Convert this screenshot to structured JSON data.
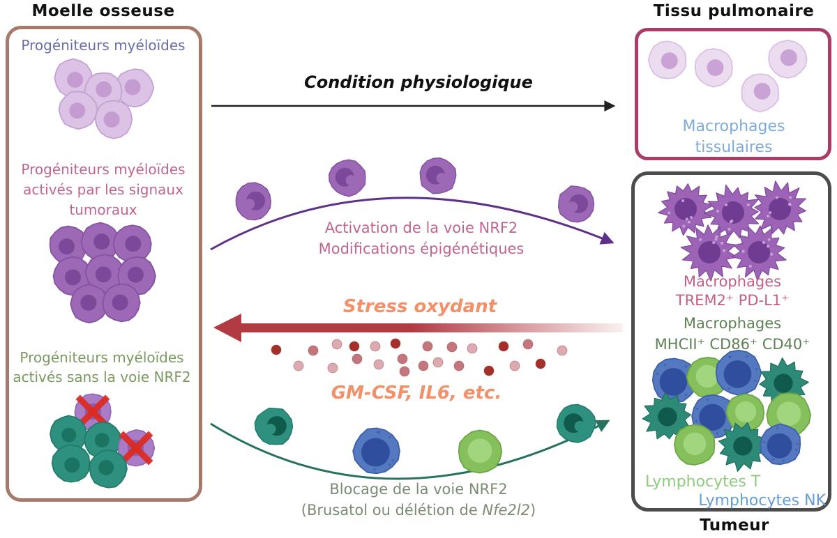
{
  "headers": {
    "bone_marrow": "Moelle osseuse",
    "lung": "Tissu pulmonaire",
    "tumor": "Tumeur"
  },
  "bone_marrow_panel": {
    "progenitors": "Progéniteurs myéloïdes",
    "activated_lines": [
      "Progéniteurs myéloïdes",
      "activés par les signaux",
      "tumoraux"
    ],
    "blocked_lines": [
      "Progéniteurs myéloïdes",
      "activés sans la voie NRF2"
    ]
  },
  "lung_panel": {
    "macrophage_lines": [
      "Macrophages",
      "tissulaires"
    ]
  },
  "tumor_panel": {
    "trem2_lines": [
      "Macrophages",
      "TREM2⁺ PD-L1⁺"
    ],
    "mhc_lines": [
      "Macrophages",
      "MHCII⁺ CD86⁺ CD40⁺"
    ],
    "lymphocytes_t": "Lymphocytes T",
    "lymphocytes_nk": "Lymphocytes NK"
  },
  "pathways": {
    "physiological": "Condition physiologique",
    "activation_lines": [
      "Activation de la voie NRF2",
      "Modifications épigénétiques"
    ],
    "oxidative_stress": "Stress oxydant",
    "cytokines": "GM-CSF, IL6, etc.",
    "blockade_line1": "Blocage de la voie NRF2",
    "blockade_prefix": "(Brusatol ou délétion de ",
    "blockade_gene": "Nfe2l2",
    "blockade_suffix": ")"
  },
  "colors": {
    "header_text": "#111111",
    "panel_border_bone_marrow": "#a6796a",
    "panel_border_lung": "#a93d68",
    "panel_border_tumor": "#4c4c4c",
    "label_blue": "#696cab",
    "label_pink": "#bf6590",
    "label_green": "#7b9a5e",
    "label_light_blue": "#7fabd8",
    "label_tumor_pink": "#c25f86",
    "label_tumor_green": "#5e8054",
    "label_lymph_t": "#8fca7e",
    "label_lymph_nk": "#679dd6",
    "label_orange": "#f29069",
    "label_gray_green": "#7b8b75",
    "arrow_black": "#222222",
    "arrow_purple": "#5e3188",
    "arrow_teal": "#27725f",
    "arrow_red": "#b23a43"
  },
  "cell_colors": {
    "lavender_body": "#dcc3e5",
    "lavender_stroke": "#c3a2d2",
    "lavender_nucleus": "#c49cd1",
    "purple_body": "#9d69b6",
    "purple_stroke": "#8352a0",
    "purple_nucleus": "#7c4899",
    "teal_body": "#2e9180",
    "teal_stroke": "#237a68",
    "teal_nucleus": "#1b7361",
    "xcell_body": "#a87cc6",
    "xcell_stroke": "#9568b4",
    "xcell_nucleus": "#8d5fae",
    "xcell_cross": "#dd2a22",
    "lung_mac_body": "#ecdcf0",
    "lung_mac_stroke": "#d9c0e3",
    "lung_mac_nucleus": "#c9a3d6",
    "tumor_mac_body": "#9c63b7",
    "tumor_mac_stroke": "#7e4a9b",
    "tumor_mac_nucleus": "#6f3c92",
    "tumor_mac_speck": "#cfaede",
    "blue_body": "#5579c0",
    "blue_stroke": "#3e5fa8",
    "blue_nucleus": "#2f4f9e",
    "green_body": "#85c05c",
    "green_stroke": "#6ca648",
    "green_inner": "#a2d67e",
    "tumor_teal_body": "#2d8a76",
    "tumor_teal_stroke": "#1f6d5c",
    "tumor_teal_nucleus": "#0f5a4a",
    "dot_dark": "#a5302b",
    "dot_medium": "#c4767d",
    "dot_light": "#dcaab0"
  }
}
